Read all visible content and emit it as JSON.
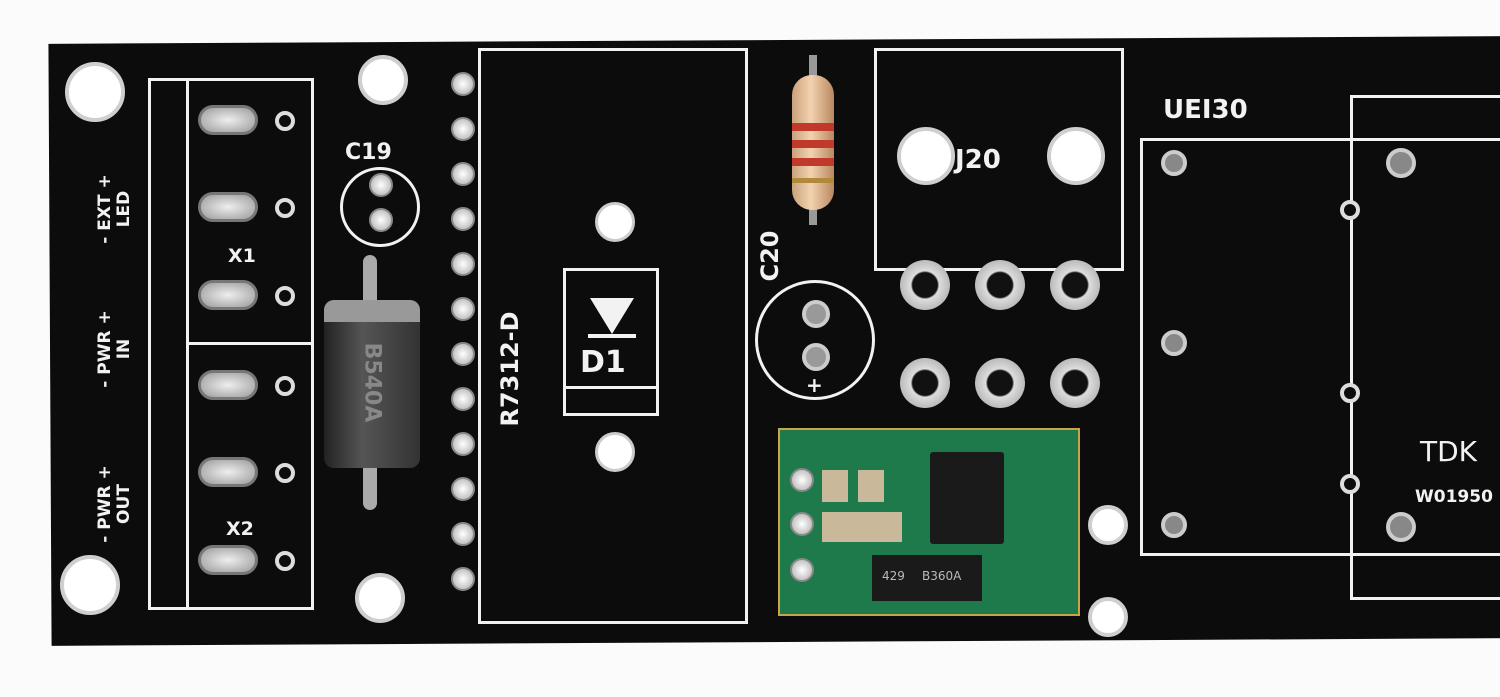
{
  "board": {
    "color": "#0c0c0c",
    "silkscreen": "#f2f2f2",
    "module_color": "#1e7a4a"
  },
  "labels": {
    "ext_led": {
      "line1": "EXT",
      "line2": "LED",
      "plus": "+",
      "minus": "-"
    },
    "pwr_in": {
      "line1": "PWR",
      "line2": "IN",
      "plus": "+",
      "minus": "-"
    },
    "pwr_out": {
      "line1": "PWR",
      "line2": "OUT",
      "plus": "+",
      "minus": "-"
    },
    "x1": "X1",
    "x2": "X2",
    "c19": "C19",
    "r7312": "R7312-D",
    "d1": "D1",
    "c20": "C20",
    "c20_plus": "+",
    "j20": "J20",
    "uei30": "UEI30",
    "tdk": "TDK",
    "tdk_code": "W01950"
  },
  "components": {
    "diode_marking": "B540A",
    "module_diode": "B360A",
    "module_code": "429"
  }
}
